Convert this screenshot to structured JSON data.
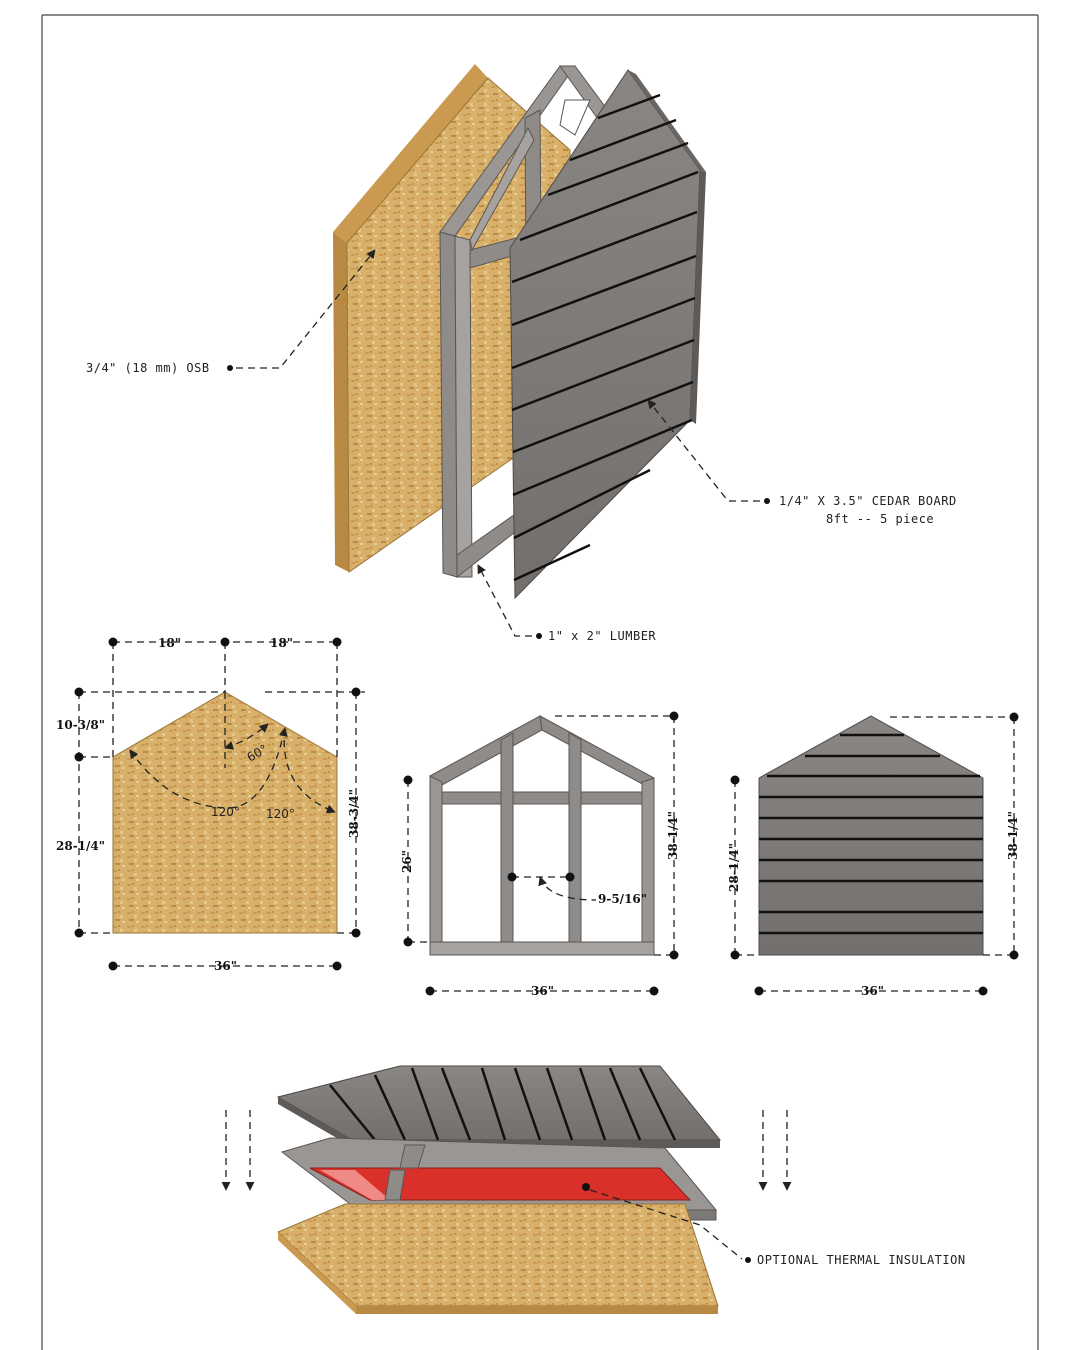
{
  "colors": {
    "osb": "#d9b06a",
    "cedar": "#7e7a78",
    "cedar_dark": "#5e5a58",
    "lumber": "#8f8b88",
    "insulation": "#d9302a",
    "insulation_light": "#f08a86",
    "line": "#222222"
  },
  "callouts": {
    "osb": "3/4\" (18 mm) OSB",
    "cedar_line1": "1/4\" X 3.5\" CEDAR BOARD",
    "cedar_line2": "8ft -- 5 piece",
    "lumber": "1\" x 2\" LUMBER",
    "insulation": "OPTIONAL THERMAL INSULATION"
  },
  "osb_panel": {
    "half_width_left": "18\"",
    "half_width_right": "18\"",
    "gable_height": "10-3/8\"",
    "wall_height": "28-1/4\"",
    "total_height": "38-3/4\"",
    "width": "36\"",
    "angle_top": "60°",
    "angle_left": "120°",
    "angle_right": "120°"
  },
  "frame_panel": {
    "stud_height": "26\"",
    "total_height": "38-1/4\"",
    "stud_spacing": "9-5/16\"",
    "width": "36\""
  },
  "cedar_panel": {
    "wall_height": "28-1/4\"",
    "total_height": "38-1/4\"",
    "width": "36\""
  }
}
